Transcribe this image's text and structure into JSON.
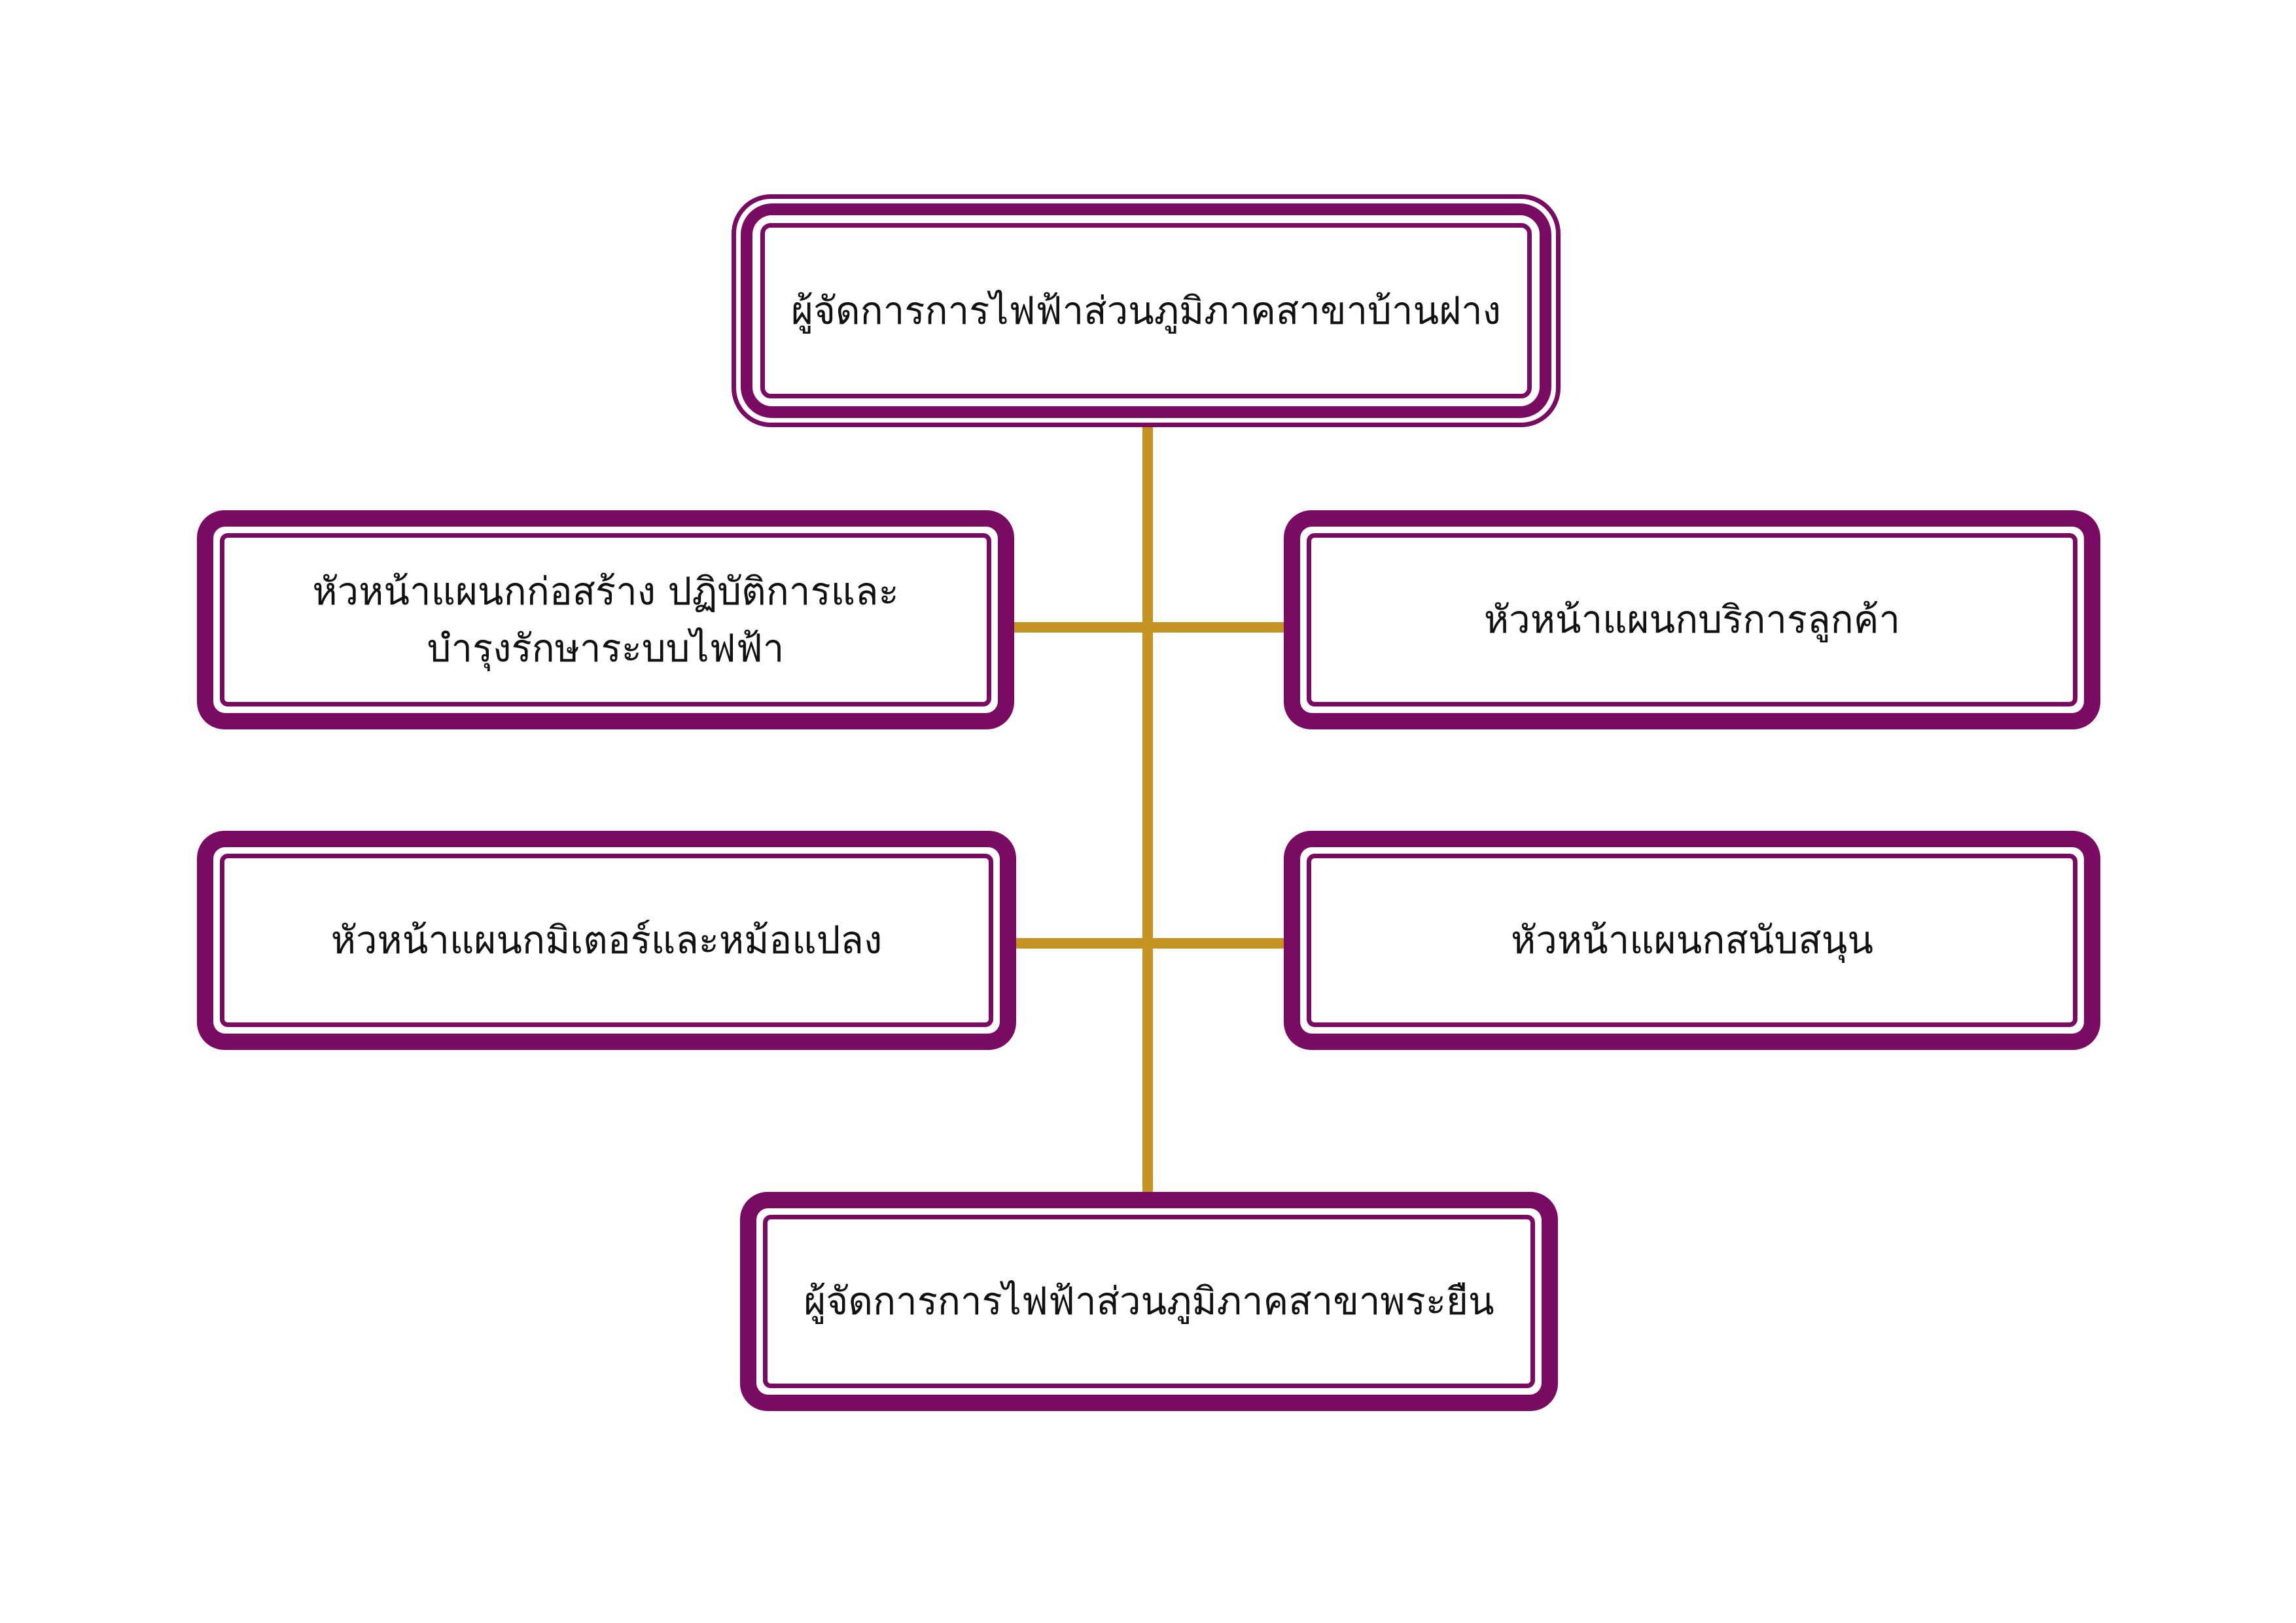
{
  "nodes": {
    "top": {
      "label": "ผู้จัดการการไฟฟ้าส่วนภูมิภาคสาขาบ้านฝาง"
    },
    "construction": {
      "label_line1": "หัวหน้าแผนกก่อสร้าง ปฏิบัติการและ",
      "label_line2": "บำรุงรักษาระบบไฟฟ้า"
    },
    "customer_service": {
      "label": "หัวหน้าแผนกบริการลูกค้า"
    },
    "meter": {
      "label": "หัวหน้าแผนกมิเตอร์และหม้อแปลง"
    },
    "support": {
      "label": "หัวหน้าแผนกสนับสนุน"
    },
    "bottom": {
      "label": "ผู้จัดการการไฟฟ้าส่วนภูมิภาคสาขาพระยืน"
    }
  },
  "colors": {
    "box_border": "#7a0b63",
    "connector": "#c49322",
    "background": "#ffffff"
  }
}
